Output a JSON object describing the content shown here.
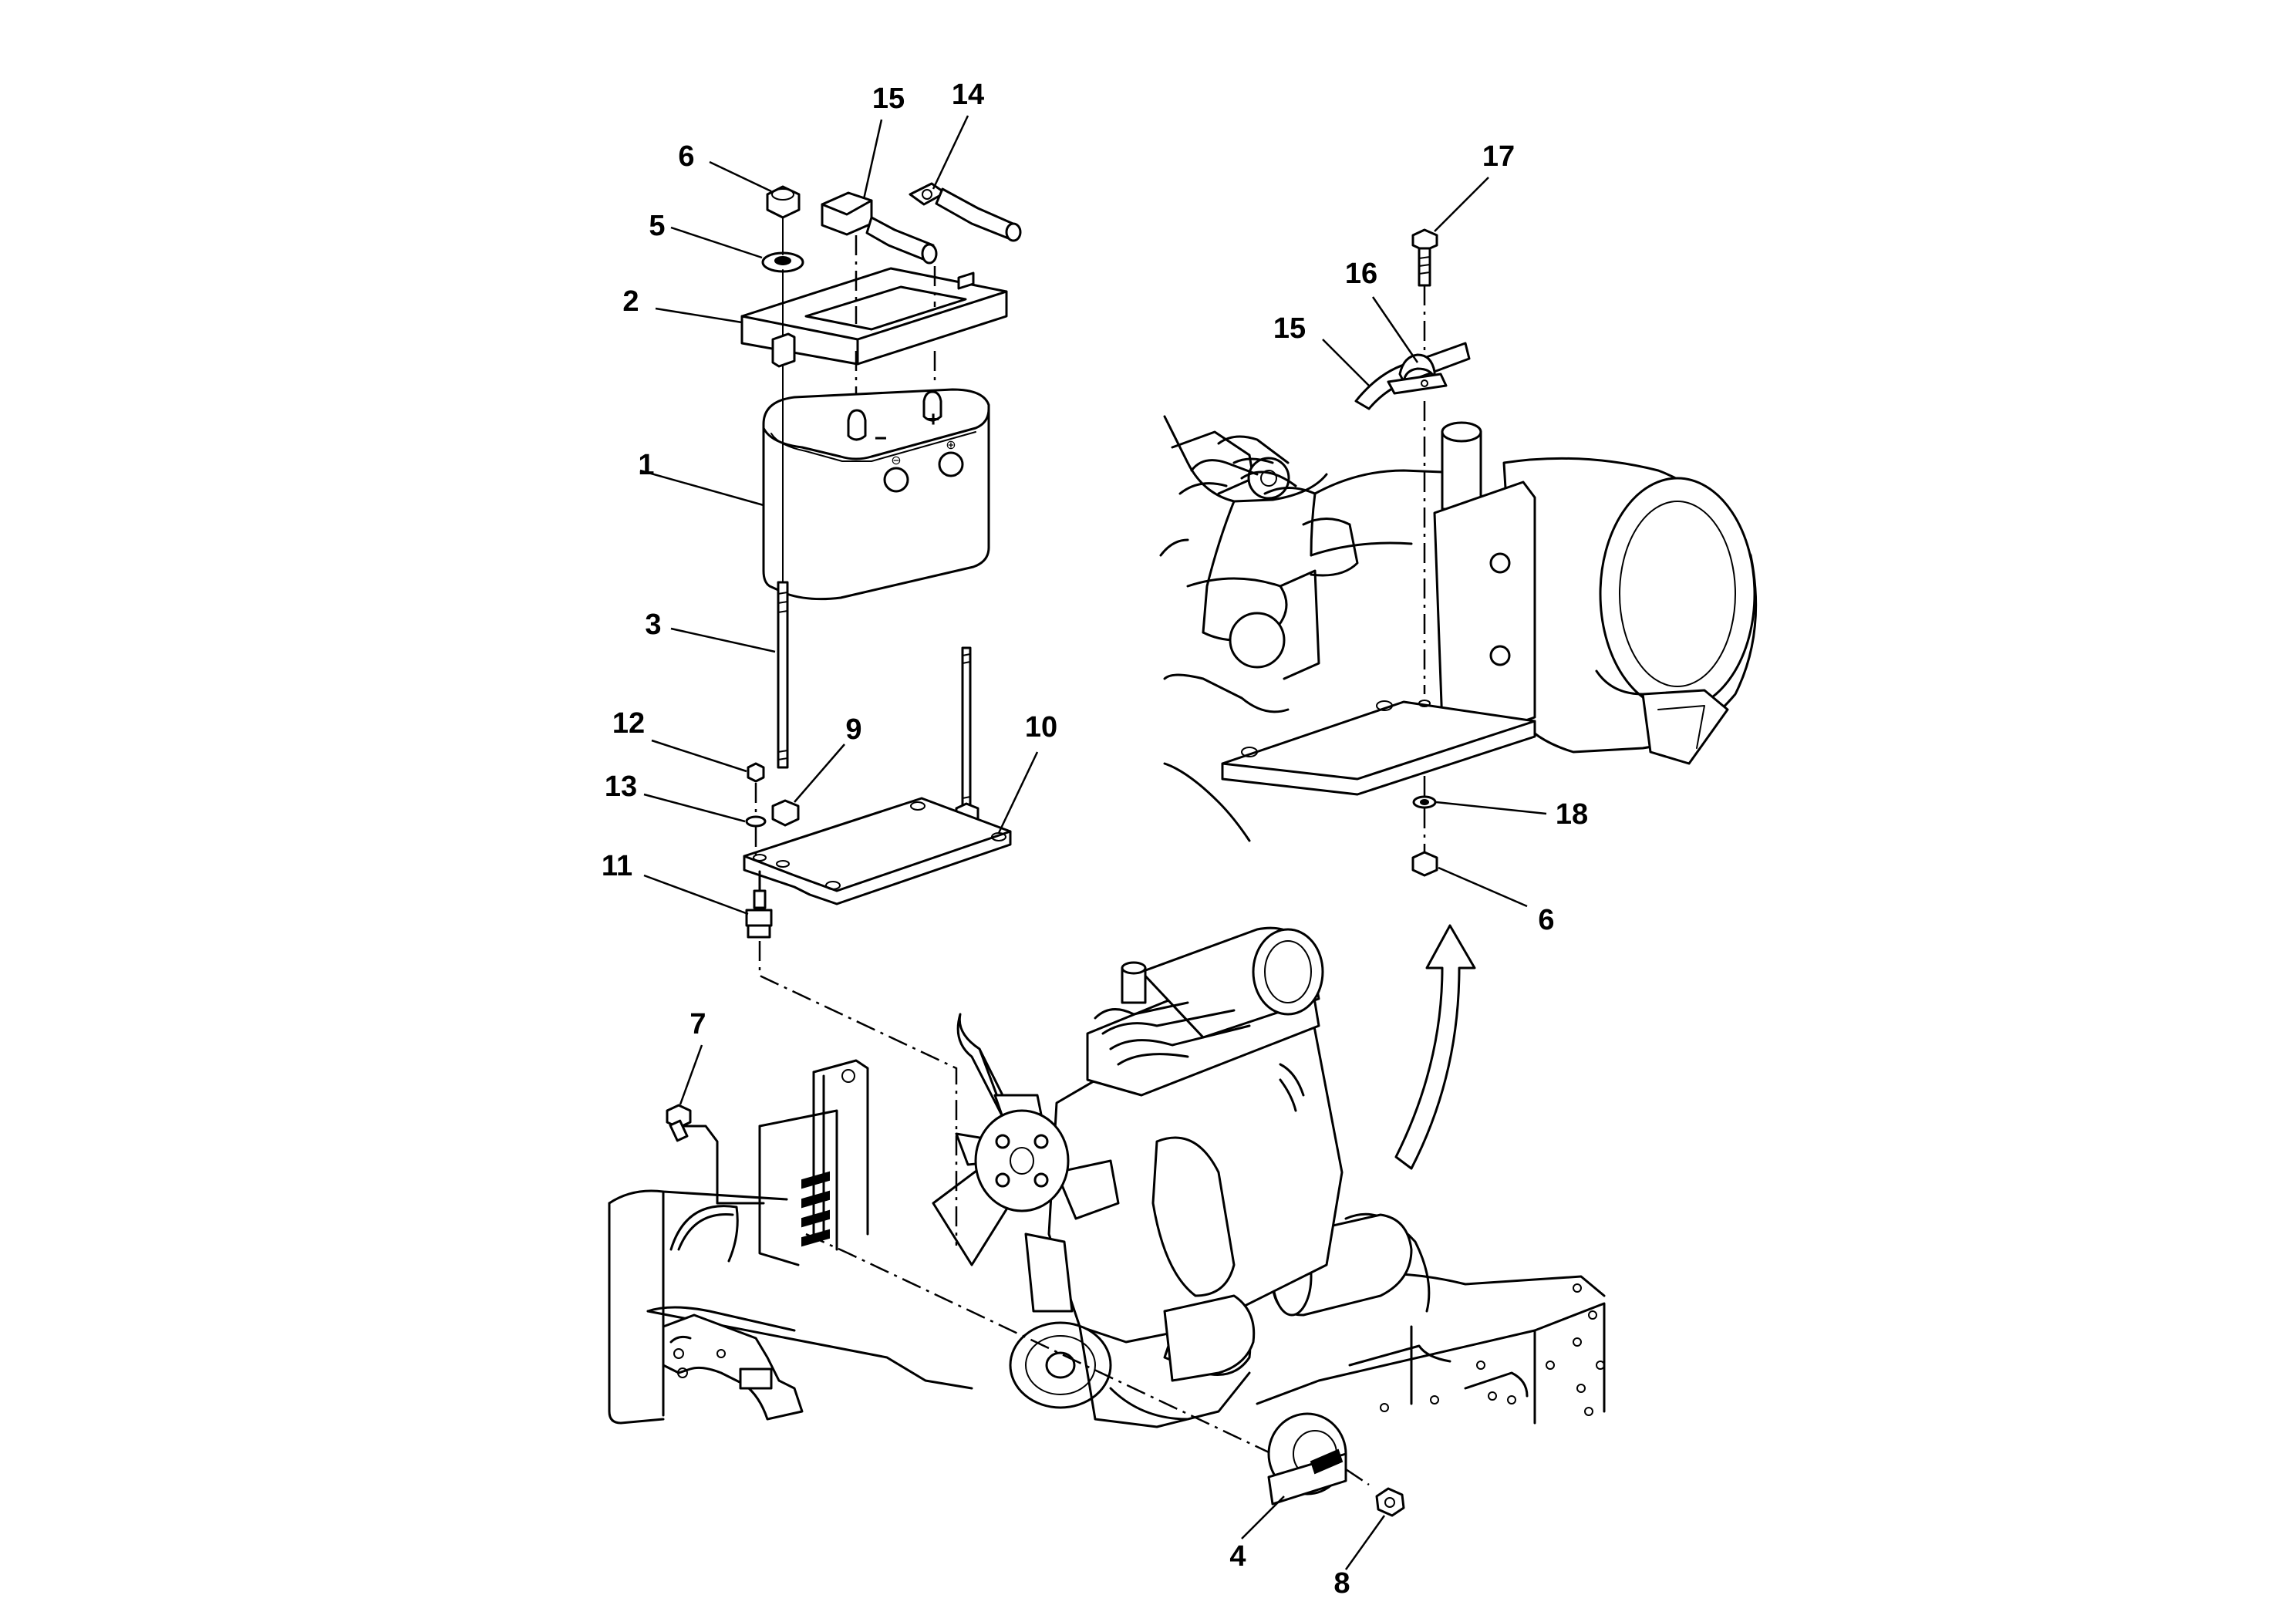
{
  "callouts": {
    "c1": "1",
    "c2": "2",
    "c3": "3",
    "c4": "4",
    "c5": "5",
    "c6a": "6",
    "c6b": "6",
    "c7": "7",
    "c8": "8",
    "c9": "9",
    "c10": "10",
    "c11": "11",
    "c12": "12",
    "c13": "13",
    "c14": "14",
    "c15a": "15",
    "c15b": "15",
    "c16": "16",
    "c17": "17",
    "c18": "18"
  },
  "battery_terminals": {
    "negative": "−",
    "positive": "+"
  },
  "colors": {
    "line": "#000000",
    "background": "#ffffff"
  }
}
